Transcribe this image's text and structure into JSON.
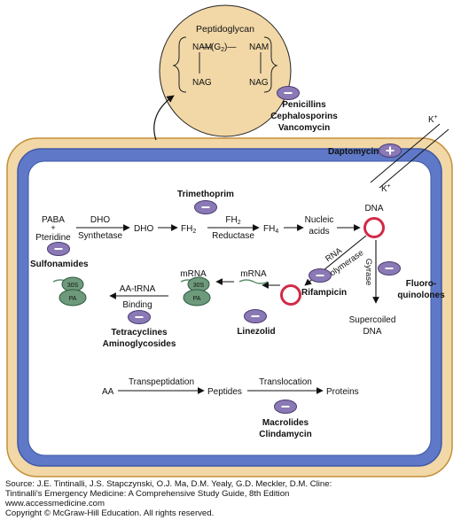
{
  "cell_wall": {
    "title": "Peptidoglycan",
    "nam_left": "NAM",
    "g2_prefix": "—(G",
    "g2_sub": "2",
    "g2_suffix": ")—",
    "nam_right": "NAM",
    "nag_left": "NAG",
    "nag_right": "NAG",
    "drugs": [
      "Penicillins",
      "Cephalosporins",
      "Vancomycin"
    ]
  },
  "membrane": {
    "drug": "Daptomycin",
    "ion_top": "K",
    "ion_bottom": "K",
    "ion_charge": "+"
  },
  "folate": {
    "paba": "PABA",
    "plus": "+",
    "pteridine": "Pteridine",
    "enzyme1_top": "DHO",
    "enzyme1_bottom": "Synthetase",
    "dho": "DHO",
    "fh_base": "FH",
    "fh2_sub": "2",
    "enzyme2_top": "FH",
    "enzyme2_bottom": "Reductase",
    "fh4_sub": "4",
    "nucleic_top": "Nucleic",
    "nucleic_bottom": "acids",
    "dna": "DNA",
    "drug_trimethoprim": "Trimethoprim",
    "drug_sulfonamides": "Sulfonamides"
  },
  "dna_replication": {
    "gyrase": "Gyrase",
    "drug_top": "Fluoro-",
    "drug_bottom": "quinolones",
    "product_top": "Supercoiled",
    "product_bottom": "DNA"
  },
  "transcription": {
    "rna_top": "RNA",
    "rna_bottom": "Polymerase",
    "drug": "Rifampicin",
    "mrna": "mRNA"
  },
  "translation": {
    "mrna": "mRNA",
    "ribosome_top": "30S",
    "ribosome_bottom": "PA",
    "binding_top": "AA-tRNA",
    "binding_bottom": "Binding",
    "drug_linezolid": "Linezolid",
    "drug_tet": "Tetracyclines",
    "drug_amino": "Aminoglycosides"
  },
  "protein_synthesis": {
    "aa": "AA",
    "step1": "Transpeptidation",
    "peptides": "Peptides",
    "step2": "Translocation",
    "proteins": "Proteins",
    "drug_macrolides": "Macrolides",
    "drug_clindamycin": "Clindamycin"
  },
  "symbols": {
    "minus": "−",
    "plus": "+"
  },
  "source": {
    "line1": "Source: J.E. Tintinalli, J.S. Stapczynski, O.J. Ma, D.M. Yealy, G.D. Meckler, D.M. Cline:",
    "line2": "Tintinalli's Emergency Medicine: A Comprehensive Study Guide, 8th Edition",
    "line3": "www.accessmedicine.com",
    "line4": "Copyright © McGraw-Hill Education.  All rights reserved."
  },
  "colors": {
    "cell_wall_fill": "#f2d8a7",
    "outer_border": "#c48f3a",
    "membrane_blue": "#5f79c8",
    "membrane_dark": "#3f58a6",
    "drug_purple": "#8a79b5",
    "ribosome_green": "#6e9a7c",
    "dna_ring": "#d12a47"
  }
}
